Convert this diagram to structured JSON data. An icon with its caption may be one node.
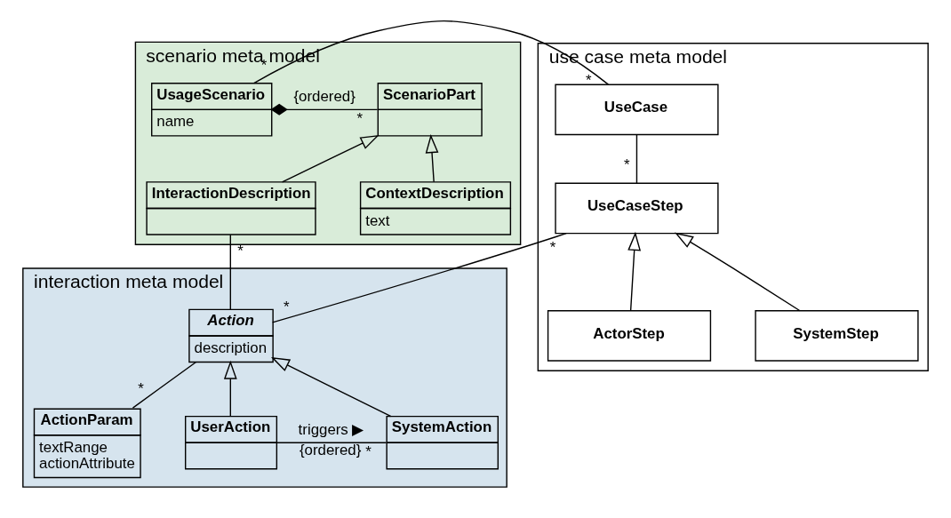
{
  "diagram": {
    "nodes": [
      {
        "text": [
          "scenario meta model"
        ]
      },
      {
        "text": [
          "UsageScenario",
          "name"
        ],
        "in": 0
      },
      {
        "text": [
          "ScenarioPart"
        ],
        "in": 0
      },
      {
        "text": [
          "InteractionDescription"
        ],
        "in": 0
      },
      {
        "text": [
          "ContextDescription",
          "text"
        ],
        "in": 0
      },
      {
        "text": [
          "interaction meta model"
        ]
      },
      {
        "text": [
          "Action",
          "description"
        ],
        "in": 5
      },
      {
        "text": [
          "ActionParam",
          "textRange",
          "actionAttribute"
        ],
        "in": 5
      },
      {
        "text": [
          "UserAction"
        ],
        "in": 5
      },
      {
        "text": [
          "SystemAction"
        ],
        "in": 5
      },
      {
        "text": [
          "use case meta model"
        ]
      },
      {
        "text": [
          "UseCase"
        ],
        "in": 10
      },
      {
        "text": [
          "UseCaseStep"
        ],
        "in": 10
      },
      {
        "text": [
          "ActorStep"
        ],
        "in": 10
      },
      {
        "text": [
          "SystemStep"
        ],
        "in": 10
      }
    ],
    "edges": [
      {
        "from": 1,
        "to": 11,
        "arrow": "none"
      },
      {
        "from": 1,
        "to": 2,
        "arrow": "other",
        "label": "{ordered}"
      },
      {
        "from": 3,
        "to": 2,
        "arrow": "to"
      },
      {
        "from": 4,
        "to": 2,
        "arrow": "to"
      },
      {
        "from": 3,
        "to": 6,
        "arrow": "none"
      },
      {
        "from": 6,
        "to": 12,
        "arrow": "none"
      },
      {
        "from": 6,
        "to": 7,
        "arrow": "none"
      },
      {
        "from": 8,
        "to": 6,
        "arrow": "to"
      },
      {
        "from": 9,
        "to": 6,
        "arrow": "to"
      },
      {
        "from": 8,
        "to": 9,
        "arrow": "none",
        "label": "triggers ▶"
      },
      {
        "from": 11,
        "to": 12,
        "arrow": "none"
      },
      {
        "from": 13,
        "to": 12,
        "arrow": "to"
      },
      {
        "from": 14,
        "to": 12,
        "arrow": "to"
      }
    ],
    "labels": [
      "*",
      "*",
      "*",
      "*",
      "*",
      "*",
      "*",
      "*",
      "*",
      "{ordered}"
    ]
  }
}
